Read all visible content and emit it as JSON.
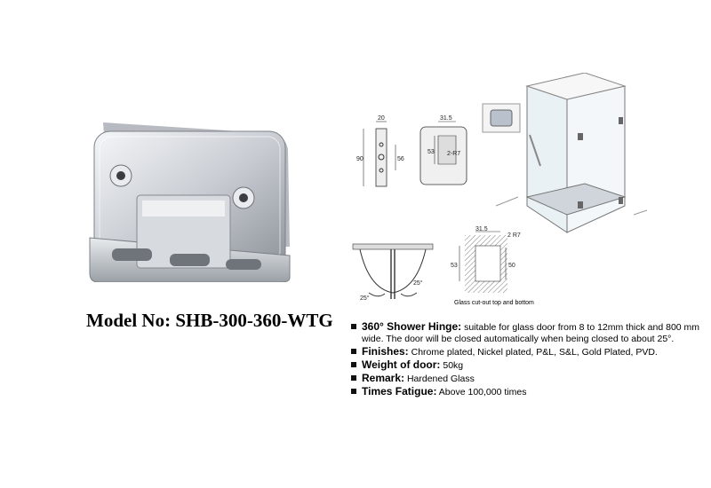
{
  "model": {
    "label": "Model No:",
    "number": "SHB-300-360-WTG"
  },
  "drawing": {
    "side_width": "20",
    "side_height": "90",
    "side_hole_spacing": "56",
    "front_width": "31.5",
    "front_height": "53",
    "front_radius": "2-R7",
    "angle_left": "25°",
    "angle_right": "25°",
    "cut_width": "31.5",
    "cut_radius": "2 R7",
    "cut_left_height": "53",
    "cut_right_height": "50",
    "cut_note": "Glass cut-out top and bottom"
  },
  "specs": [
    {
      "label": "360° Shower Hinge:",
      "text": " suitable for glass door from 8 to 12mm thick and  800 mm wide. The door will be closed automatically when being closed to about 25°."
    },
    {
      "label": "Finishes:",
      "text": " Chrome plated, Nickel plated, P&L, S&L, Gold Plated, PVD."
    },
    {
      "label": "Weight of door:",
      "text": " 50kg"
    },
    {
      "label": "Remark:",
      "text": " Hardened Glass"
    },
    {
      "label": "Times Fatigue:",
      "text": " Above 100,000 times"
    }
  ]
}
